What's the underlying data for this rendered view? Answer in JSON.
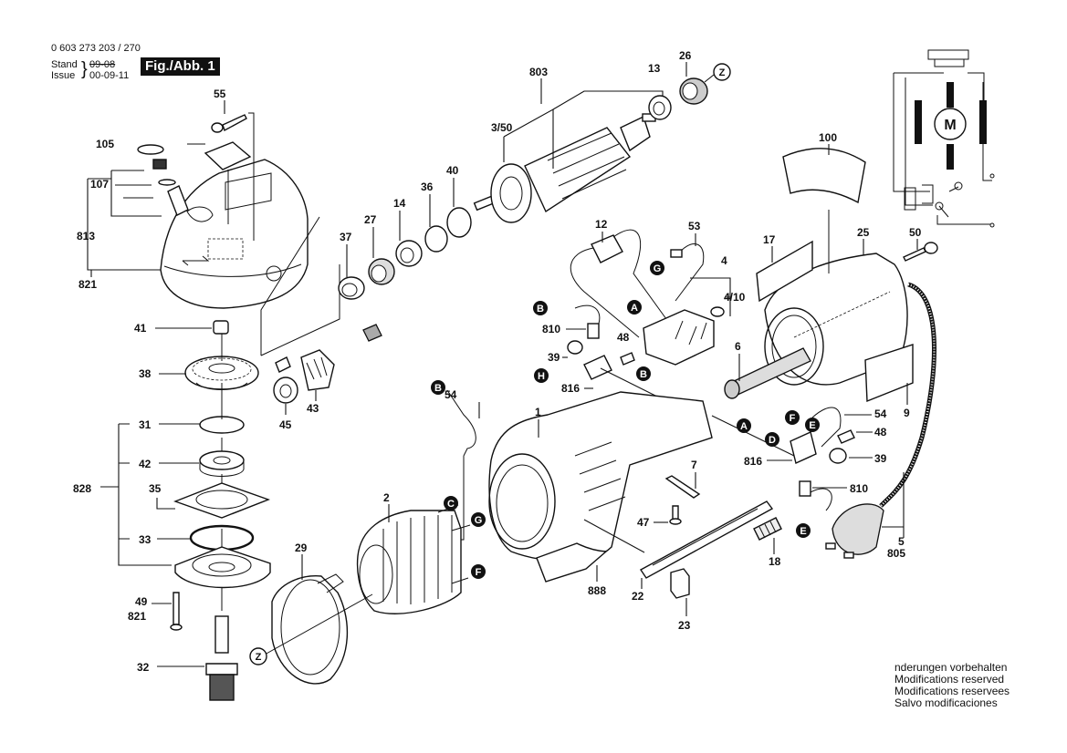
{
  "header": {
    "part_number": "0 603 273 203 / 270",
    "stand_label": "Stand",
    "issue_label": "Issue",
    "stand_date_struck": "09-08",
    "issue_date": "00-09-11",
    "figure_label": "Fig./Abb. 1"
  },
  "footer_note": {
    "lines": [
      "nderungen vorbehalten",
      "Modifications reserved",
      "Modifications reservees",
      "Salvo modificaciones"
    ]
  },
  "wiring_diagram": {
    "motor_label": "M"
  },
  "part_labels": {
    "p55": "55",
    "p105": "105",
    "p107": "107",
    "p813": "813",
    "p821a": "821",
    "p41": "41",
    "p38": "38",
    "p31": "31",
    "p42": "42",
    "p35": "35",
    "p33": "33",
    "p828": "828",
    "p49": "49",
    "p821b": "821",
    "p32": "32",
    "p29": "29",
    "p45": "45",
    "p43": "43",
    "p37": "37",
    "p27": "27",
    "p14": "14",
    "p36": "36",
    "p40": "40",
    "p350": "3/50",
    "p803": "803",
    "p13": "13",
    "p26": "26",
    "p100": "100",
    "p12": "12",
    "p53": "53",
    "p4": "4",
    "p410": "4/10",
    "p17": "17",
    "p25": "25",
    "p50": "50",
    "p810a": "810",
    "p39a": "39",
    "p48a": "48",
    "p816a": "816",
    "p6": "6",
    "p54a": "54",
    "p1": "1",
    "p2": "2",
    "p7": "7",
    "p47": "47",
    "p888": "888",
    "p22": "22",
    "p23": "23",
    "p18": "18",
    "p54b": "54",
    "p48b": "48",
    "p816b": "816",
    "p39b": "39",
    "p810b": "810",
    "p9": "9",
    "p5": "5",
    "p805": "805"
  },
  "connector_markers": {
    "A1": "A",
    "A2": "A",
    "B1": "B",
    "B2": "B",
    "B3": "B",
    "C": "C",
    "D": "D",
    "E1": "E",
    "E2": "E",
    "F1": "F",
    "F2": "F",
    "G1": "G",
    "G2": "G",
    "H": "H",
    "Z1": "Z",
    "Z2": "Z"
  }
}
